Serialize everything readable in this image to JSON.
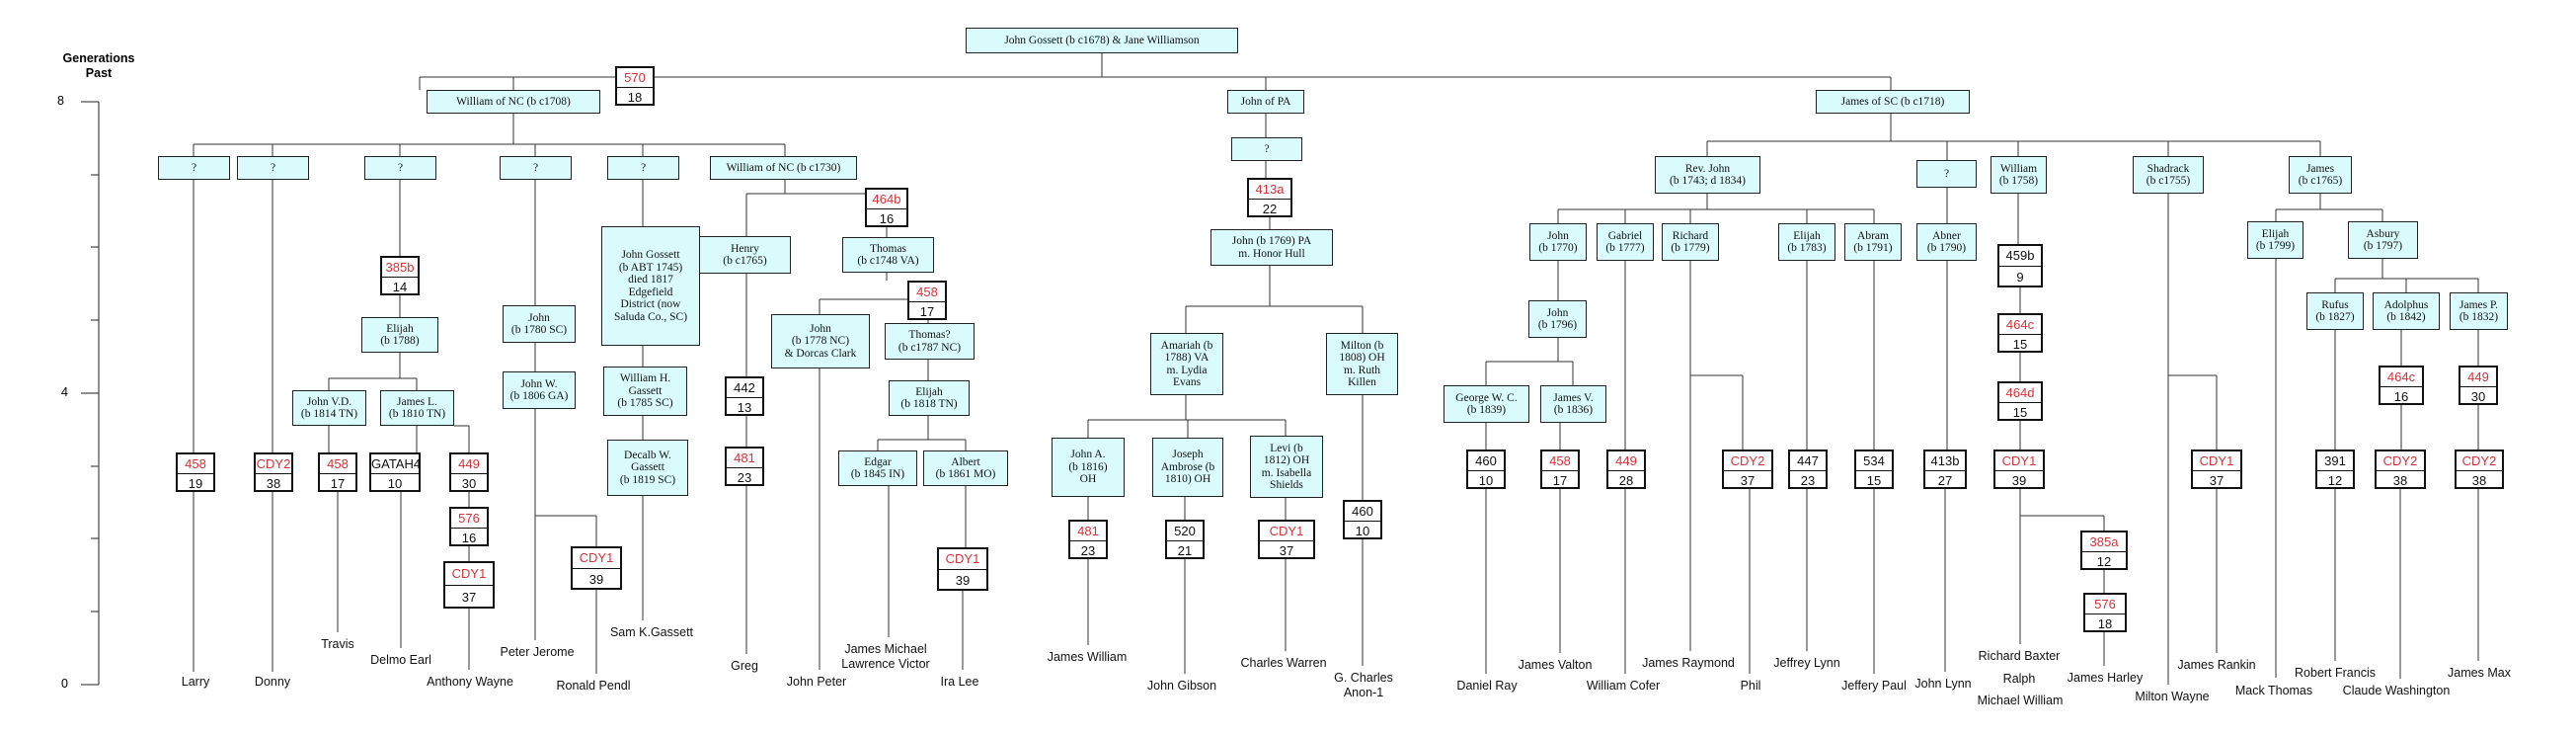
{
  "axis": {
    "title": "Generations\nPast",
    "ticks": [
      "8",
      "4",
      "0"
    ]
  },
  "nodes": {
    "root": "John Gossett (b c1678) & Jane Williamson",
    "wnc": "William of NC (b c1708)",
    "jpa": "John of PA",
    "jsc": "James of SC (b c1718)",
    "q1": "?",
    "q2": "?",
    "q3": "?",
    "q4": "?",
    "q5": "?",
    "wnc1730": "William of NC (b c1730)",
    "qpa": "?",
    "revjohn": "Rev. John\n(b 1743; d 1834)",
    "q6": "?",
    "will1758": "William\n(b 1758)",
    "shadrack": "Shadrack\n(b c1755)",
    "james1765": "James\n(b c1765)",
    "elijah1788": "Elijah\n(b 1788)",
    "johnvd": "John V.D.\n(b 1814 TN)",
    "jamesl": "James L.\n(b 1810 TN)",
    "john1780": "John\n(b 1780 SC)",
    "johnw": "John W.\n(b 1806 GA)",
    "jg1745": "John Gossett\n(b ABT 1745)\ndied 1817\nEdgefield\nDistrict (now\nSaluda Co., SC)",
    "williamh": "William H.\nGassett\n(b 1785 SC)",
    "decalb": "Decalb W.\nGassett\n(b 1819 SC)",
    "henry": "Henry\n(b c1765)",
    "thomas1748": "Thomas\n(b c1748 VA)",
    "john1778": "John\n(b 1778 NC)\n& Dorcas Clark",
    "thomasq": "Thomas?\n(b c1787 NC)",
    "elijah1818": "Elijah\n(b 1818 TN)",
    "edgar": "Edgar\n(b 1845 IN)",
    "albert": "Albert\n(b 1861 MO)",
    "john1769": "John (b 1769) PA\nm. Honor Hull",
    "amariah": "Amariah (b\n1788) VA\nm. Lydia\nEvans",
    "milton": "Milton (b\n1808) OH\nm. Ruth\nKillen",
    "johna": "John A.\n(b 1816)\nOH",
    "joseph": "Joseph\nAmbrose (b\n1810) OH",
    "levi": "Levi (b\n1812) OH\nm. Isabella\nShields",
    "john1770": "John\n(b 1770)",
    "gabriel": "Gabriel\n(b 1777)",
    "richard": "Richard\n(b 1779)",
    "elijah1783": "Elijah\n(b 1783)",
    "abram": "Abram\n(b 1791)",
    "abner": "Abner\n(b 1790)",
    "john1796": "John\n(b 1796)",
    "georgewc": "George W. C.\n(b 1839)",
    "jamesv": "James V.\n(b 1836)",
    "elijah1799": "Elijah\n(b 1799)",
    "asbury": "Asbury\n(b 1797)",
    "rufus": "Rufus\n(b 1827)",
    "adolphus": "Adolphus\n(b 1842)",
    "jamesp": "James P.\n(b 1832)"
  },
  "haplotypes": {
    "h570": [
      "570",
      "18"
    ],
    "h385b": [
      "385b",
      "14"
    ],
    "h458a": [
      "458",
      "19"
    ],
    "hcdy2a": [
      "CDY2",
      "38"
    ],
    "h458b": [
      "458",
      "17"
    ],
    "hgatah": [
      "GATAH4",
      "10"
    ],
    "h449a": [
      "449",
      "30"
    ],
    "h576a": [
      "576",
      "16"
    ],
    "hcdy1a": [
      "CDY1",
      "37"
    ],
    "hcdy1b": [
      "CDY1",
      "39"
    ],
    "h442": [
      "442",
      "13"
    ],
    "h481a": [
      "481",
      "23"
    ],
    "h464b": [
      "464b",
      "16"
    ],
    "h458c": [
      "458",
      "17"
    ],
    "hcdy1c": [
      "CDY1",
      "39"
    ],
    "h413a": [
      "413a",
      "22"
    ],
    "h481b": [
      "481",
      "23"
    ],
    "h520": [
      "520",
      "21"
    ],
    "hcdy1d": [
      "CDY1",
      "37"
    ],
    "h460a": [
      "460",
      "10"
    ],
    "h460b": [
      "460",
      "10"
    ],
    "h458d": [
      "458",
      "17"
    ],
    "h449b": [
      "449",
      "28"
    ],
    "hcdy2b": [
      "CDY2",
      "37"
    ],
    "h447": [
      "447",
      "23"
    ],
    "h534": [
      "534",
      "15"
    ],
    "h413b": [
      "413b",
      "27"
    ],
    "h459b": [
      "459b",
      "9"
    ],
    "h464c1": [
      "464c",
      "15"
    ],
    "h464d": [
      "464d",
      "15"
    ],
    "hcdy1e": [
      "CDY1",
      "39"
    ],
    "h385a": [
      "385a",
      "12"
    ],
    "h576b": [
      "576",
      "18"
    ],
    "hcdy1f": [
      "CDY1",
      "37"
    ],
    "h391": [
      "391",
      "12"
    ],
    "h464c2": [
      "464c",
      "16"
    ],
    "hcdy2c": [
      "CDY2",
      "38"
    ],
    "h449c": [
      "449",
      "30"
    ],
    "hcdy2d": [
      "CDY2",
      "38"
    ]
  },
  "participants": {
    "larry": "Larry",
    "donny": "Donny",
    "travis": "Travis",
    "delmo": "Delmo Earl",
    "anthony": "Anthony Wayne",
    "peterj": "Peter Jerome",
    "ronald": "Ronald Pendl",
    "samk": "Sam K.Gassett",
    "greg": "Greg",
    "johnpeter": "John Peter",
    "jml": "James Michael\nLawrence Victor",
    "iralee": "Ira Lee",
    "jamesw": "James William",
    "johngib": "John Gibson",
    "charlesw": "Charles Warren",
    "gcharles": "G. Charles\nAnon-1",
    "danielray": "Daniel Ray",
    "jamesvalton": "James Valton",
    "williamcofer": "William Cofer",
    "jamesraymond": "James Raymond",
    "phil": "Phil",
    "jeffreylynn": "Jeffrey Lynn",
    "jefferypaul": "Jeffery Paul",
    "johnlynn": "John Lynn",
    "richardb": "Richard Baxter",
    "ralph": "Ralph",
    "michaelw": "Michael William",
    "jamesharley": "James Harley",
    "jamesrankin": "James Rankin",
    "miltonwayne": "Milton Wayne",
    "mackthomas": "Mack Thomas",
    "robertf": "Robert Francis",
    "claudew": "Claude Washington",
    "jamesmax": "James Max"
  }
}
